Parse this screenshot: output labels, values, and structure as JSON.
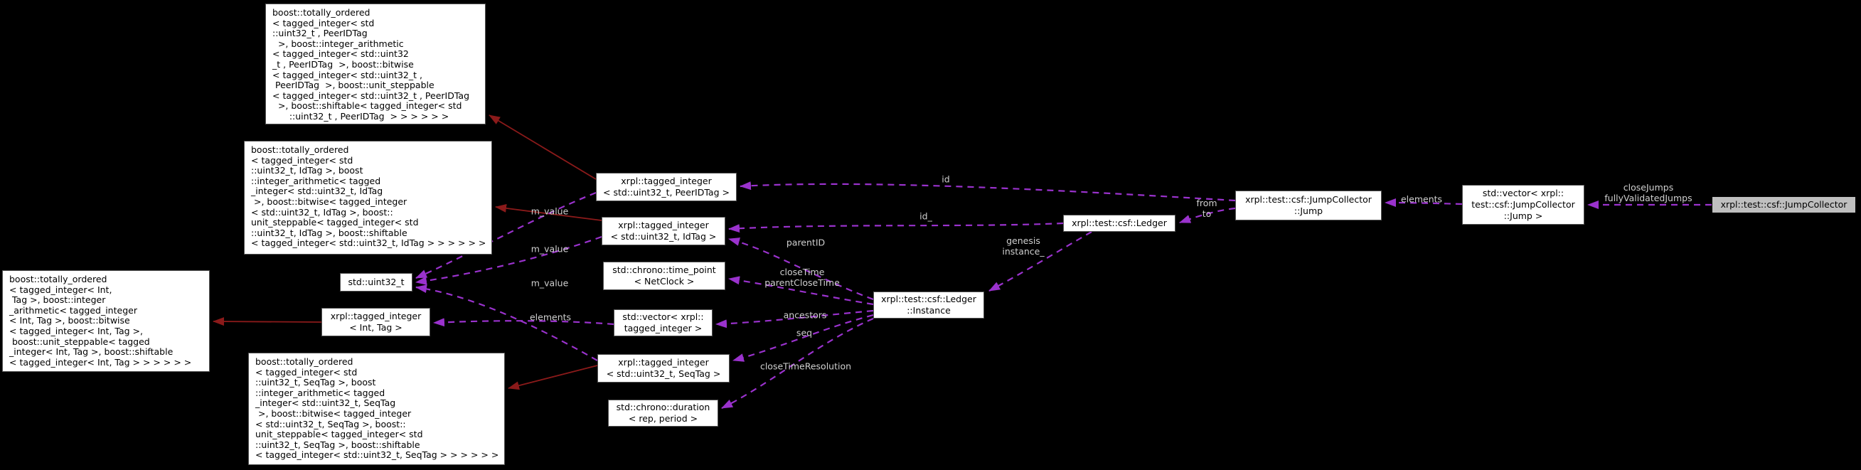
{
  "diagram": {
    "type": "doxygen-collaboration-graph",
    "colors": {
      "background": "#000000",
      "inheritance_edge": "#8b1a1a",
      "usage_edge": "#9a32cd",
      "edge_label_text": "#cfcfcf",
      "node_background": "#ffffff",
      "node_border": "#545454",
      "highlight_node_background": "#bfbfbf",
      "highlight_node_border": "#000000"
    },
    "nodes": {
      "boost_totally_ordered_peerid": {
        "lines": [
          "boost::totally_ordered",
          "< tagged_integer< std",
          "::uint32_t , PeerIDTag",
          "  >, boost::integer_arithmetic",
          "< tagged_integer< std::uint32",
          "_t , PeerIDTag  >, boost::bitwise",
          "< tagged_integer< std::uint32_t ,",
          " PeerIDTag  >, boost::unit_steppable",
          "< tagged_integer< std::uint32_t , PeerIDTag",
          "  >, boost::shiftable< tagged_integer< std",
          "      ::uint32_t , PeerIDTag  > > > > > >"
        ]
      },
      "boost_totally_ordered_id": {
        "lines": [
          "boost::totally_ordered",
          "< tagged_integer< std",
          "::uint32_t, IdTag >, boost",
          "::integer_arithmetic< tagged",
          "_integer< std::uint32_t, IdTag",
          " >, boost::bitwise< tagged_integer",
          "< std::uint32_t, IdTag >, boost::",
          "unit_steppable< tagged_integer< std",
          "::uint32_t, IdTag >, boost::shiftable",
          "< tagged_integer< std::uint32_t, IdTag > > > > > >"
        ]
      },
      "boost_totally_ordered_int": {
        "lines": [
          "boost::totally_ordered",
          "< tagged_integer< Int,",
          " Tag >, boost::integer",
          "_arithmetic< tagged_integer",
          "< Int, Tag >, boost::bitwise",
          "< tagged_integer< Int, Tag >,",
          " boost::unit_steppable< tagged",
          "_integer< Int, Tag >, boost::shiftable",
          "< tagged_integer< Int, Tag > > > > > >"
        ]
      },
      "boost_totally_ordered_seq": {
        "lines": [
          "boost::totally_ordered",
          "< tagged_integer< std",
          "::uint32_t, SeqTag >, boost",
          "::integer_arithmetic< tagged",
          "_integer< std::uint32_t, SeqTag",
          " >, boost::bitwise< tagged_integer",
          "< std::uint32_t, SeqTag >, boost::",
          "unit_steppable< tagged_integer< std",
          "::uint32_t, SeqTag >, boost::shiftable",
          "< tagged_integer< std::uint32_t, SeqTag > > > > > >"
        ]
      },
      "std_uint32_t": {
        "lines": [
          "std::uint32_t"
        ]
      },
      "tagged_integer_int_tag": {
        "lines": [
          "xrpl::tagged_integer",
          "< Int, Tag >"
        ]
      },
      "tagged_integer_peerid": {
        "lines": [
          "xrpl::tagged_integer",
          "< std::uint32_t, PeerIDTag >"
        ]
      },
      "tagged_integer_id": {
        "lines": [
          "xrpl::tagged_integer",
          "< std::uint32_t, IdTag >"
        ]
      },
      "time_point_netclock": {
        "lines": [
          "std::chrono::time_point",
          "< NetClock >"
        ]
      },
      "vector_tagged_integer": {
        "lines": [
          "std::vector< xrpl::",
          "tagged_integer >"
        ]
      },
      "tagged_integer_seq": {
        "lines": [
          "xrpl::tagged_integer",
          "< std::uint32_t, SeqTag >"
        ]
      },
      "duration_rep_period": {
        "lines": [
          "std::chrono::duration",
          "< rep, period >"
        ]
      },
      "ledger_instance": {
        "lines": [
          "xrpl::test::csf::Ledger",
          "::Instance"
        ]
      },
      "ledger": {
        "lines": [
          "xrpl::test::csf::Ledger"
        ]
      },
      "jump": {
        "lines": [
          "xrpl::test::csf::JumpCollector",
          "::Jump"
        ]
      },
      "vector_jump": {
        "lines": [
          "std::vector< xrpl::",
          "test::csf::JumpCollector",
          "::Jump >"
        ]
      },
      "jump_collector": {
        "lines": [
          "xrpl::test::csf::JumpCollector"
        ]
      }
    },
    "edge_labels": {
      "m_value_peerid": "m_value",
      "m_value_id": "m_value",
      "m_value_seq": "m_value",
      "elements_vector_tagged": "elements",
      "elements_vector_jump": "elements",
      "id": "id",
      "id_underscore": "id_",
      "parent_id": "parentID",
      "close_time": "closeTime",
      "parent_close_time": "parentCloseTime",
      "ancestors": "ancestors",
      "seq": "seq",
      "close_time_resolution": "closeTimeResolution",
      "genesis": "genesis",
      "instance_underscore": "instance_",
      "from": "from",
      "to": "to",
      "close_jumps": "closeJumps",
      "fully_validated_jumps": "fullyValidatedJumps"
    }
  }
}
